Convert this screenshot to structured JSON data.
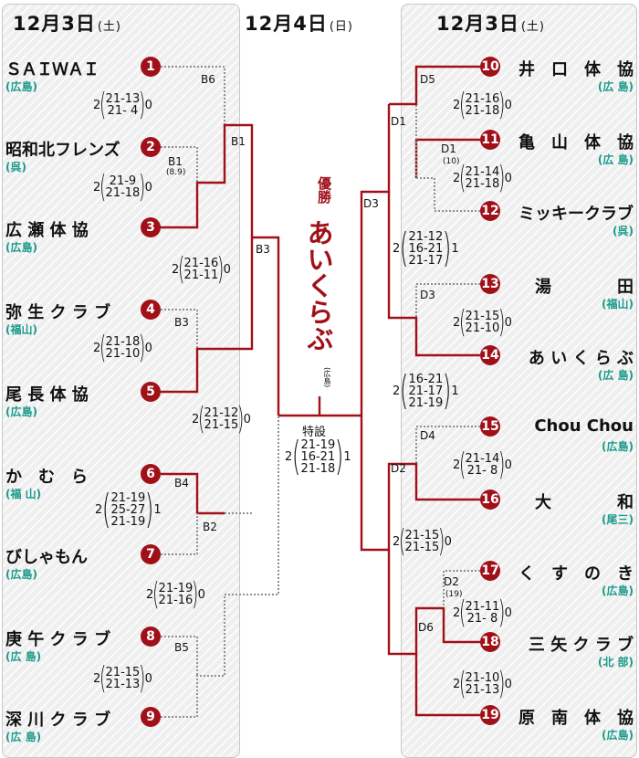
{
  "dates": {
    "left": {
      "main": "12月3日",
      "weekday": "(土)"
    },
    "center": {
      "main": "12月4日",
      "weekday": "(日)"
    },
    "right": {
      "main": "12月3日",
      "weekday": "(土)"
    }
  },
  "teams": [
    {
      "no": "1",
      "name": "ＳＡＩＷＡＩ",
      "pref": "(広島)"
    },
    {
      "no": "2",
      "name": "昭和北フレンズ",
      "pref": "(呉)"
    },
    {
      "no": "3",
      "name": "広 瀬 体 協",
      "pref": "(広島)"
    },
    {
      "no": "4",
      "name": "弥 生 ク ラ ブ",
      "pref": "(福山)"
    },
    {
      "no": "5",
      "name": "尾 長 体 協",
      "pref": "(広島)"
    },
    {
      "no": "6",
      "name": "か　む　ら",
      "pref": "(福 山)"
    },
    {
      "no": "7",
      "name": "びしゃもん",
      "pref": "(広島)"
    },
    {
      "no": "8",
      "name": "庚 午 ク ラ ブ",
      "pref": "(広 島)"
    },
    {
      "no": "9",
      "name": "深 川 ク ラ ブ",
      "pref": "(広 島)"
    },
    {
      "no": "10",
      "name": "井　口　体　協",
      "pref": "(広 島)"
    },
    {
      "no": "11",
      "name": "亀　山　体　協",
      "pref": "(広 島)"
    },
    {
      "no": "12",
      "name": "ミッキークラブ",
      "pref": "(呉)"
    },
    {
      "no": "13",
      "name": "湯　　　　田",
      "pref": "(福山)"
    },
    {
      "no": "14",
      "name": "あ い く ら ぶ",
      "pref": "(広 島)"
    },
    {
      "no": "15",
      "name": "Chou Chou",
      "pref": "(広島)"
    },
    {
      "no": "16",
      "name": "大　　　　和",
      "pref": "(尾三)"
    },
    {
      "no": "17",
      "name": "く　す　の　き",
      "pref": "(広島)"
    },
    {
      "no": "18",
      "name": "三 矢 ク ラ ブ",
      "pref": "(北 部)"
    },
    {
      "no": "19",
      "name": "原　南　体　協",
      "pref": "(広島)"
    }
  ],
  "match_labels": {
    "B6": "B6",
    "B1": "B1",
    "B1_sub": "(8.9)",
    "B3a": "B3",
    "B3b": "B3",
    "B4": "B4",
    "B2": "B2",
    "B5": "B5",
    "D5": "D5",
    "D1": "D1",
    "D1b": "D1",
    "D1b_sub": "(10)",
    "D3a": "D3",
    "D3b": "D3",
    "D4": "D4",
    "D2": "D2",
    "D2b": "D2",
    "D2b_sub": "(19)",
    "D6": "D6",
    "final": "特設"
  },
  "scores": {
    "s1": {
      "set": "2",
      "lines": [
        "21-13",
        "21- 4"
      ],
      "result": "0"
    },
    "s2": {
      "set": "2",
      "lines": [
        "21-9",
        "21-18"
      ],
      "result": "0"
    },
    "s3": {
      "set": "2",
      "lines": [
        "21-16",
        "21-11"
      ],
      "result": "0"
    },
    "s4": {
      "set": "2",
      "lines": [
        "21-18",
        "21-10"
      ],
      "result": "0"
    },
    "s5": {
      "set": "2",
      "lines": [
        "21-12",
        "21-15"
      ],
      "result": "0"
    },
    "s6": {
      "set": "2",
      "lines": [
        "21-19",
        "25-27",
        "21-19"
      ],
      "result": "1"
    },
    "s7": {
      "set": "2",
      "lines": [
        "21-19",
        "21-16"
      ],
      "result": "0"
    },
    "s8": {
      "set": "2",
      "lines": [
        "21-15",
        "21-13"
      ],
      "result": "0"
    },
    "s9": {
      "set": "2",
      "lines": [
        "21-16",
        "21-18"
      ],
      "result": "0"
    },
    "s10": {
      "set": "2",
      "lines": [
        "21-14",
        "21-18"
      ],
      "result": "0"
    },
    "s11": {
      "set": "2",
      "lines": [
        "21-12",
        "16-21",
        "21-17"
      ],
      "result": "1"
    },
    "s12": {
      "set": "2",
      "lines": [
        "21-15",
        "21-10"
      ],
      "result": "0"
    },
    "s13": {
      "set": "2",
      "lines": [
        "16-21",
        "21-17",
        "21-19"
      ],
      "result": "1"
    },
    "s14": {
      "set": "2",
      "lines": [
        "21-14",
        "21- 8"
      ],
      "result": "0"
    },
    "s15": {
      "set": "2",
      "lines": [
        "21-15",
        "21-15"
      ],
      "result": "0"
    },
    "s16": {
      "set": "2",
      "lines": [
        "21-11",
        "21- 8"
      ],
      "result": "0"
    },
    "s17": {
      "set": "2",
      "lines": [
        "21-10",
        "21-13"
      ],
      "result": "0"
    },
    "final": {
      "set": "2",
      "lines": [
        "21-19",
        "16-21",
        "21-18"
      ],
      "result": "1"
    }
  },
  "champion": {
    "heading": "優勝",
    "name": "あいくらぶ",
    "pref": "(広島)"
  },
  "colors": {
    "accent": "#a01018",
    "pref_text": "#1a9a8a",
    "loser_line": "#909090"
  }
}
